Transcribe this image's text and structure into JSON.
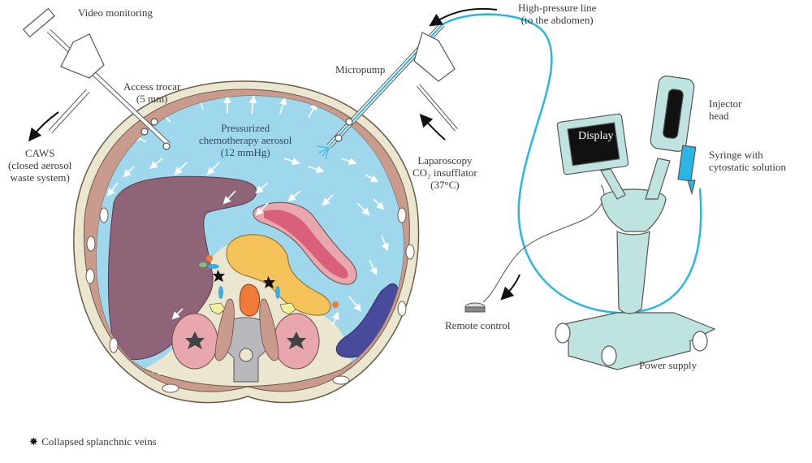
{
  "title": "PIPAC setup with abdominal cross-section",
  "colors": {
    "aerosol": "#9fd7ec",
    "line": "#29b6e3",
    "liver": "#8f6478",
    "stomach": "#d9607a",
    "pancreas": "#f6c25a",
    "spleen": "#4a4a9c",
    "kidney": "#e7a7ad",
    "muscle": "#c99b8c",
    "device": "#bfe3df",
    "vertebra": "#b9b9bd"
  },
  "labels": {
    "video_monitoring": "Video monitoring",
    "access_trocar": [
      "Access trocar",
      "(5 mm)"
    ],
    "caws": [
      "CAWS",
      "(closed aerosol",
      "waste system)"
    ],
    "micropump": "Micropump",
    "aerosol": [
      "Pressurized",
      "chemotherapy aerosol",
      "(12 mmHg)"
    ],
    "insufflator": [
      "Laparoscopy",
      "CO₂ insufflator",
      "(37°C)"
    ],
    "high_pressure_line": [
      "High-pressure line",
      "(to the abdomen)"
    ],
    "display": "Display",
    "injector_head": [
      "Injector",
      "head"
    ],
    "syringe": [
      "Syringe with",
      "cytostatic solution"
    ],
    "remote_control": "Remote control",
    "power_supply": "Power supply"
  },
  "legend": {
    "icon": "star-icon",
    "text": "Collapsed splanchnic veins"
  }
}
